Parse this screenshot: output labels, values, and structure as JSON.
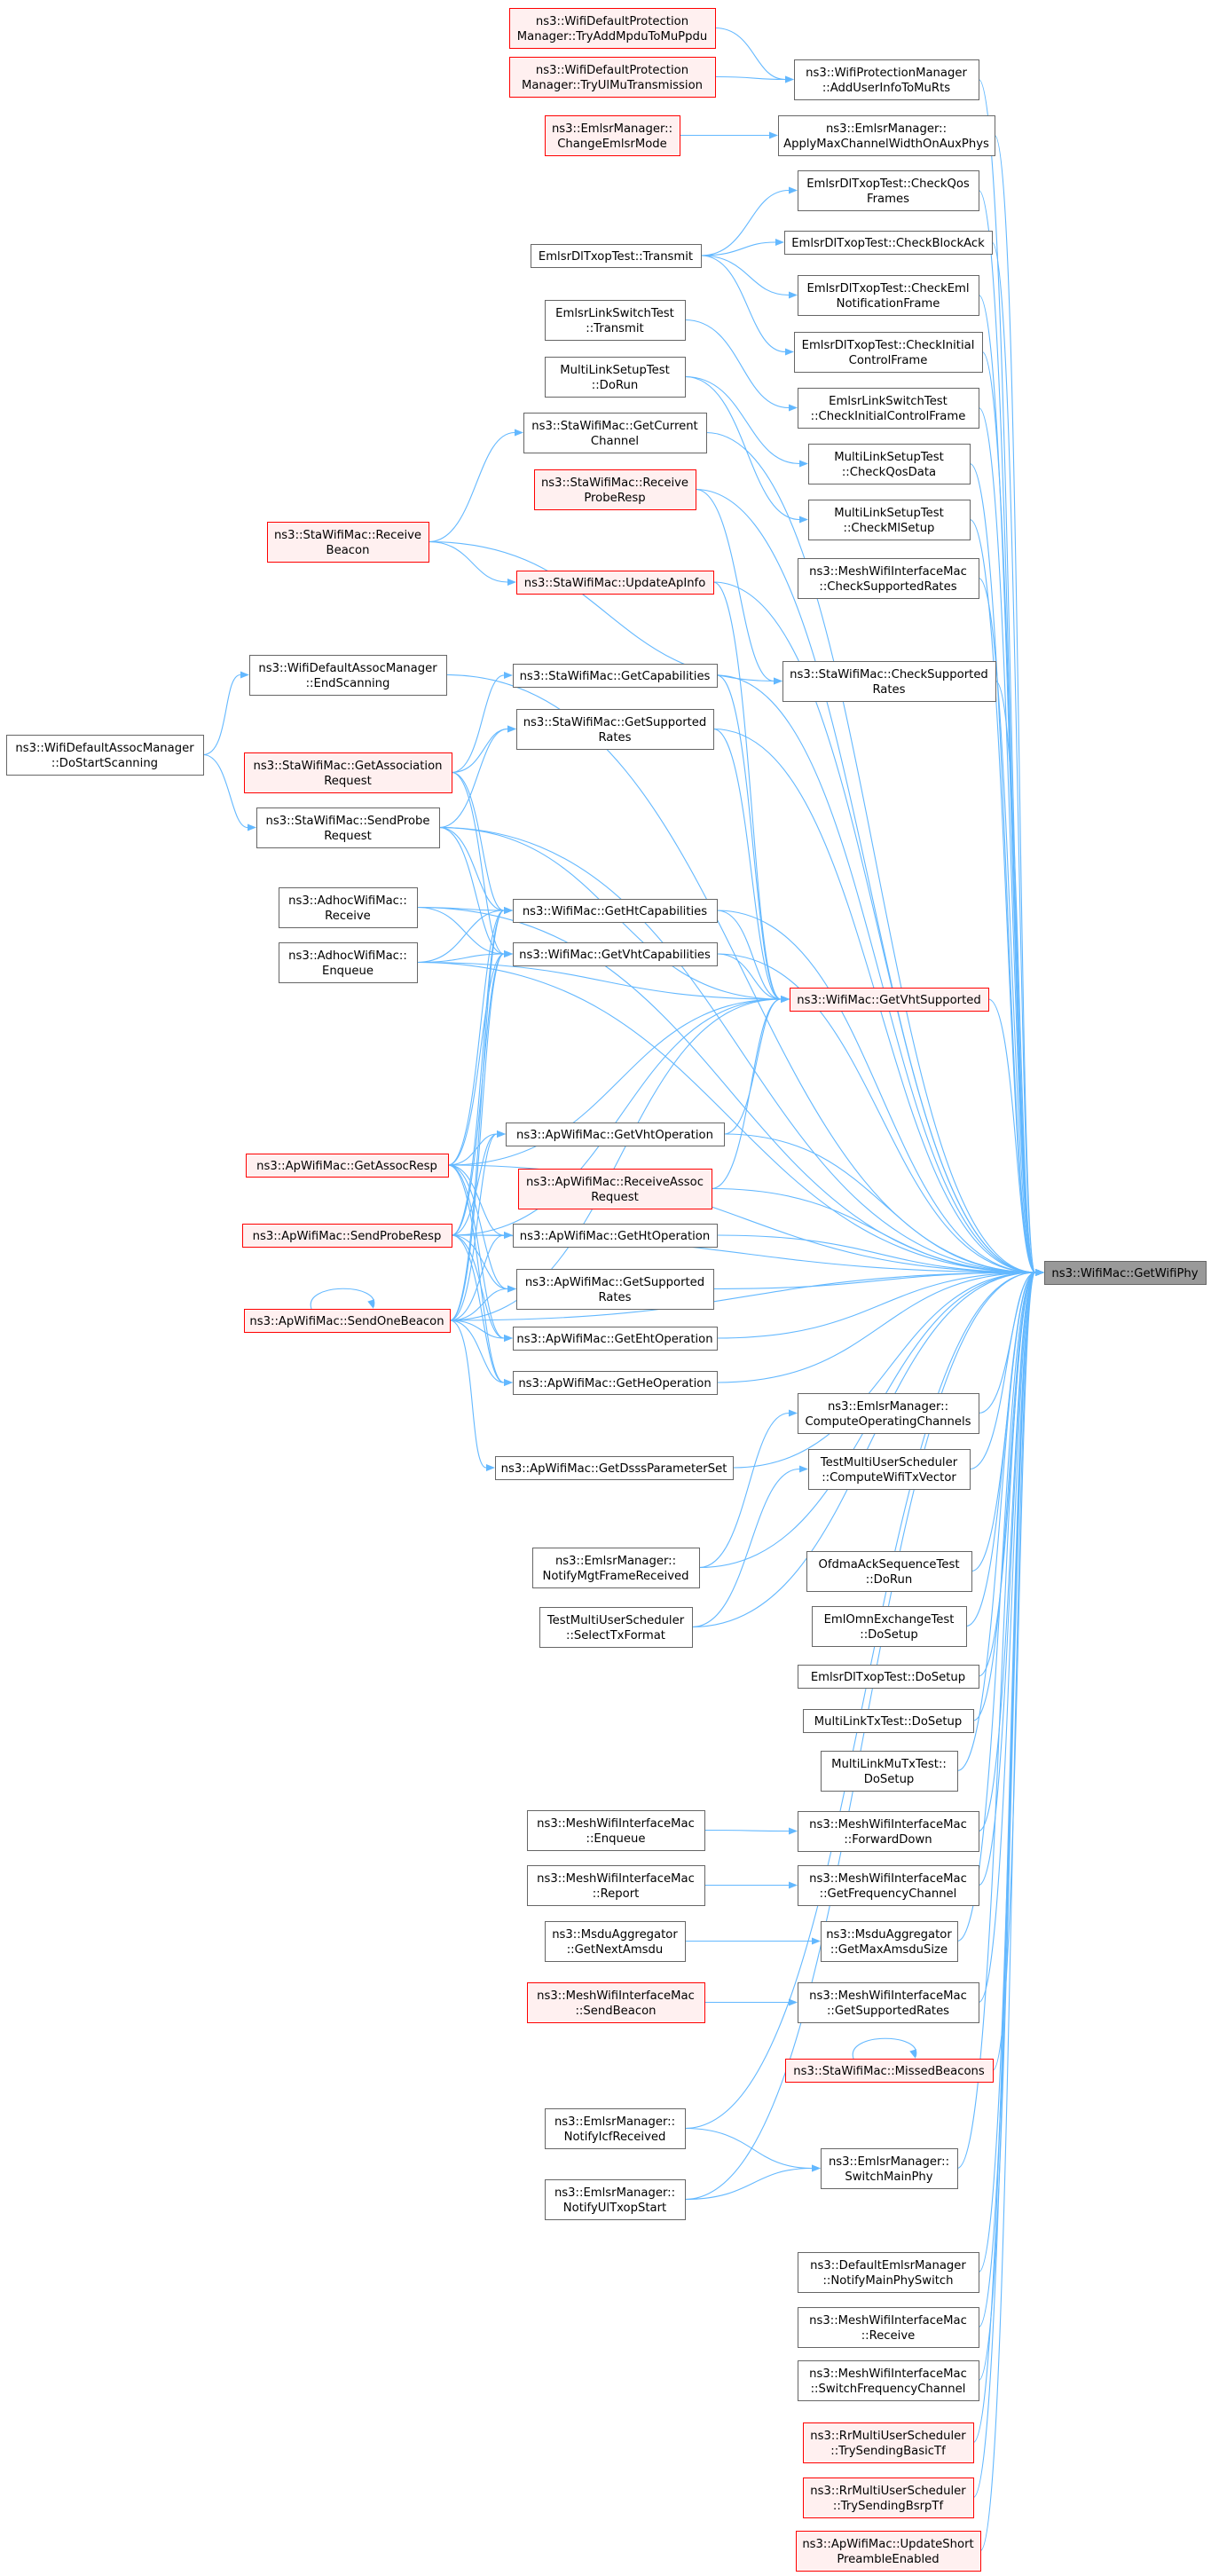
{
  "diagram": {
    "colors": {
      "edge": "#63b8ff",
      "node_border": "#666666",
      "node_fill": "#ffffff",
      "truncated_border": "#ff0000",
      "truncated_fill": "#fff0f0",
      "focus_fill": "#999999",
      "focus_border": "#666666"
    },
    "nodes": [
      {
        "id": "n1",
        "lines": [
          "ns3::WifiDefaultProtection",
          "Manager::TryAddMpduToMuPpdu"
        ],
        "style": "truncated"
      },
      {
        "id": "n2",
        "lines": [
          "ns3::WifiDefaultProtection",
          "Manager::TryUlMuTransmission"
        ],
        "style": "truncated"
      },
      {
        "id": "n3",
        "lines": [
          "ns3::WifiProtectionManager",
          "::AddUserInfoToMuRts"
        ],
        "style": "normal"
      },
      {
        "id": "n4",
        "lines": [
          "ns3::EmlsrManager::",
          "ChangeEmlsrMode"
        ],
        "style": "truncated"
      },
      {
        "id": "n5",
        "lines": [
          "ns3::EmlsrManager::",
          "ApplyMaxChannelWidthOnAuxPhys"
        ],
        "style": "normal"
      },
      {
        "id": "n6",
        "lines": [
          "EmlsrDlTxopTest::CheckQos",
          "Frames"
        ],
        "style": "normal"
      },
      {
        "id": "n7",
        "lines": [
          "EmlsrDlTxopTest::Transmit"
        ],
        "style": "normal"
      },
      {
        "id": "n8",
        "lines": [
          "EmlsrDlTxopTest::CheckBlockAck"
        ],
        "style": "normal"
      },
      {
        "id": "n9",
        "lines": [
          "EmlsrDlTxopTest::CheckEml",
          "NotificationFrame"
        ],
        "style": "normal"
      },
      {
        "id": "n10",
        "lines": [
          "EmlsrLinkSwitchTest",
          "::Transmit"
        ],
        "style": "normal"
      },
      {
        "id": "n11",
        "lines": [
          "EmlsrDlTxopTest::CheckInitial",
          "ControlFrame"
        ],
        "style": "normal"
      },
      {
        "id": "n12",
        "lines": [
          "MultiLinkSetupTest",
          "::DoRun"
        ],
        "style": "normal"
      },
      {
        "id": "n13",
        "lines": [
          "EmlsrLinkSwitchTest",
          "::CheckInitialControlFrame"
        ],
        "style": "normal"
      },
      {
        "id": "n14",
        "lines": [
          "ns3::StaWifiMac::GetCurrent",
          "Channel"
        ],
        "style": "normal"
      },
      {
        "id": "n15",
        "lines": [
          "MultiLinkSetupTest",
          "::CheckQosData"
        ],
        "style": "normal"
      },
      {
        "id": "n16",
        "lines": [
          "ns3::StaWifiMac::Receive",
          "ProbeResp"
        ],
        "style": "truncated"
      },
      {
        "id": "n17",
        "lines": [
          "MultiLinkSetupTest",
          "::CheckMlSetup"
        ],
        "style": "normal"
      },
      {
        "id": "n18",
        "lines": [
          "ns3::StaWifiMac::Receive",
          "Beacon"
        ],
        "style": "truncated"
      },
      {
        "id": "n19",
        "lines": [
          "ns3::MeshWifiInterfaceMac",
          "::CheckSupportedRates"
        ],
        "style": "normal"
      },
      {
        "id": "n20",
        "lines": [
          "ns3::StaWifiMac::UpdateApInfo"
        ],
        "style": "truncated"
      },
      {
        "id": "n21",
        "lines": [
          "ns3::WifiDefaultAssocManager",
          "::EndScanning"
        ],
        "style": "normal"
      },
      {
        "id": "n22",
        "lines": [
          "ns3::StaWifiMac::GetCapabilities"
        ],
        "style": "normal"
      },
      {
        "id": "n23",
        "lines": [
          "ns3::StaWifiMac::CheckSupported",
          "Rates"
        ],
        "style": "normal"
      },
      {
        "id": "n24",
        "lines": [
          "ns3::StaWifiMac::GetSupported",
          "Rates"
        ],
        "style": "normal"
      },
      {
        "id": "n25",
        "lines": [
          "ns3::WifiDefaultAssocManager",
          "::DoStartScanning"
        ],
        "style": "normal"
      },
      {
        "id": "n26",
        "lines": [
          "ns3::StaWifiMac::GetAssociation",
          "Request"
        ],
        "style": "truncated"
      },
      {
        "id": "n27",
        "lines": [
          "ns3::StaWifiMac::SendProbe",
          "Request"
        ],
        "style": "normal"
      },
      {
        "id": "n28",
        "lines": [
          "ns3::AdhocWifiMac::",
          "Receive"
        ],
        "style": "normal"
      },
      {
        "id": "n29",
        "lines": [
          "ns3::WifiMac::GetHtCapabilities"
        ],
        "style": "normal"
      },
      {
        "id": "n30",
        "lines": [
          "ns3::AdhocWifiMac::",
          "Enqueue"
        ],
        "style": "normal"
      },
      {
        "id": "n31",
        "lines": [
          "ns3::WifiMac::GetVhtCapabilities"
        ],
        "style": "normal"
      },
      {
        "id": "n32",
        "lines": [
          "ns3::WifiMac::GetVhtSupported"
        ],
        "style": "truncated"
      },
      {
        "id": "n33",
        "lines": [
          "ns3::ApWifiMac::GetVhtOperation"
        ],
        "style": "normal"
      },
      {
        "id": "n34",
        "lines": [
          "ns3::ApWifiMac::GetAssocResp"
        ],
        "style": "truncated"
      },
      {
        "id": "n35",
        "lines": [
          "ns3::ApWifiMac::ReceiveAssoc",
          "Request"
        ],
        "style": "truncated"
      },
      {
        "id": "n36",
        "lines": [
          "ns3::ApWifiMac::GetHtOperation"
        ],
        "style": "normal"
      },
      {
        "id": "n37",
        "lines": [
          "ns3::ApWifiMac::SendProbeResp"
        ],
        "style": "truncated"
      },
      {
        "id": "n38",
        "lines": [
          "ns3::WifiMac::GetWifiPhy"
        ],
        "style": "focus"
      },
      {
        "id": "n39",
        "lines": [
          "ns3::ApWifiMac::GetSupported",
          "Rates"
        ],
        "style": "normal"
      },
      {
        "id": "n40",
        "lines": [
          "ns3::ApWifiMac::SendOneBeacon"
        ],
        "style": "truncated"
      },
      {
        "id": "n41",
        "lines": [
          "ns3::ApWifiMac::GetEhtOperation"
        ],
        "style": "normal"
      },
      {
        "id": "n42",
        "lines": [
          "ns3::ApWifiMac::GetHeOperation"
        ],
        "style": "normal"
      },
      {
        "id": "n43",
        "lines": [
          "ns3::EmlsrManager::",
          "ComputeOperatingChannels"
        ],
        "style": "normal"
      },
      {
        "id": "n44",
        "lines": [
          "ns3::ApWifiMac::GetDsssParameterSet"
        ],
        "style": "normal"
      },
      {
        "id": "n45",
        "lines": [
          "TestMultiUserScheduler",
          "::ComputeWifiTxVector"
        ],
        "style": "normal"
      },
      {
        "id": "n46",
        "lines": [
          "ns3::EmlsrManager::",
          "NotifyMgtFrameReceived"
        ],
        "style": "normal"
      },
      {
        "id": "n47",
        "lines": [
          "OfdmaAckSequenceTest",
          "::DoRun"
        ],
        "style": "normal"
      },
      {
        "id": "n48",
        "lines": [
          "TestMultiUserScheduler",
          "::SelectTxFormat"
        ],
        "style": "normal"
      },
      {
        "id": "n49",
        "lines": [
          "EmlOmnExchangeTest",
          "::DoSetup"
        ],
        "style": "normal"
      },
      {
        "id": "n50",
        "lines": [
          "EmlsrDlTxopTest::DoSetup"
        ],
        "style": "normal"
      },
      {
        "id": "n51",
        "lines": [
          "MultiLinkTxTest::DoSetup"
        ],
        "style": "normal"
      },
      {
        "id": "n52",
        "lines": [
          "MultiLinkMuTxTest::",
          "DoSetup"
        ],
        "style": "normal"
      },
      {
        "id": "n53",
        "lines": [
          "ns3::MeshWifiInterfaceMac",
          "::Enqueue"
        ],
        "style": "normal"
      },
      {
        "id": "n54",
        "lines": [
          "ns3::MeshWifiInterfaceMac",
          "::ForwardDown"
        ],
        "style": "normal"
      },
      {
        "id": "n55",
        "lines": [
          "ns3::MeshWifiInterfaceMac",
          "::Report"
        ],
        "style": "normal"
      },
      {
        "id": "n56",
        "lines": [
          "ns3::MeshWifiInterfaceMac",
          "::GetFrequencyChannel"
        ],
        "style": "normal"
      },
      {
        "id": "n57",
        "lines": [
          "ns3::MsduAggregator",
          "::GetNextAmsdu"
        ],
        "style": "normal"
      },
      {
        "id": "n58",
        "lines": [
          "ns3::MsduAggregator",
          "::GetMaxAmsduSize"
        ],
        "style": "normal"
      },
      {
        "id": "n59",
        "lines": [
          "ns3::MeshWifiInterfaceMac",
          "::SendBeacon"
        ],
        "style": "truncated"
      },
      {
        "id": "n60",
        "lines": [
          "ns3::MeshWifiInterfaceMac",
          "::GetSupportedRates"
        ],
        "style": "normal"
      },
      {
        "id": "n61",
        "lines": [
          "ns3::StaWifiMac::MissedBeacons"
        ],
        "style": "truncated"
      },
      {
        "id": "n62",
        "lines": [
          "ns3::EmlsrManager::",
          "NotifyIcfReceived"
        ],
        "style": "normal"
      },
      {
        "id": "n63",
        "lines": [
          "ns3::EmlsrManager::",
          "SwitchMainPhy"
        ],
        "style": "normal"
      },
      {
        "id": "n64",
        "lines": [
          "ns3::EmlsrManager::",
          "NotifyUlTxopStart"
        ],
        "style": "normal"
      },
      {
        "id": "n65",
        "lines": [
          "ns3::DefaultEmlsrManager",
          "::NotifyMainPhySwitch"
        ],
        "style": "normal"
      },
      {
        "id": "n66",
        "lines": [
          "ns3::MeshWifiInterfaceMac",
          "::Receive"
        ],
        "style": "normal"
      },
      {
        "id": "n67",
        "lines": [
          "ns3::MeshWifiInterfaceMac",
          "::SwitchFrequencyChannel"
        ],
        "style": "normal"
      },
      {
        "id": "n68",
        "lines": [
          "ns3::RrMultiUserScheduler",
          "::TrySendingBasicTf"
        ],
        "style": "truncated"
      },
      {
        "id": "n69",
        "lines": [
          "ns3::RrMultiUserScheduler",
          "::TrySendingBsrpTf"
        ],
        "style": "truncated"
      },
      {
        "id": "n70",
        "lines": [
          "ns3::ApWifiMac::UpdateShort",
          "PreambleEnabled"
        ],
        "style": "truncated"
      }
    ],
    "edges": [
      [
        "n1",
        "n3"
      ],
      [
        "n2",
        "n3"
      ],
      [
        "n4",
        "n5"
      ],
      [
        "n7",
        "n6"
      ],
      [
        "n7",
        "n8"
      ],
      [
        "n7",
        "n9"
      ],
      [
        "n7",
        "n11"
      ],
      [
        "n10",
        "n13"
      ],
      [
        "n12",
        "n15"
      ],
      [
        "n12",
        "n17"
      ],
      [
        "n18",
        "n14"
      ],
      [
        "n18",
        "n20"
      ],
      [
        "n25",
        "n21"
      ],
      [
        "n25",
        "n27"
      ],
      [
        "n26",
        "n22"
      ],
      [
        "n26",
        "n24"
      ],
      [
        "n26",
        "n29"
      ],
      [
        "n26",
        "n31"
      ],
      [
        "n27",
        "n24"
      ],
      [
        "n27",
        "n29"
      ],
      [
        "n27",
        "n31"
      ],
      [
        "n27",
        "n32"
      ],
      [
        "n28",
        "n29"
      ],
      [
        "n28",
        "n31"
      ],
      [
        "n30",
        "n29"
      ],
      [
        "n30",
        "n31"
      ],
      [
        "n30",
        "n32"
      ],
      [
        "n34",
        "n29"
      ],
      [
        "n34",
        "n31"
      ],
      [
        "n34",
        "n33"
      ],
      [
        "n34",
        "n36"
      ],
      [
        "n34",
        "n39"
      ],
      [
        "n34",
        "n41"
      ],
      [
        "n34",
        "n42"
      ],
      [
        "n34",
        "n32"
      ],
      [
        "n37",
        "n29"
      ],
      [
        "n37",
        "n31"
      ],
      [
        "n37",
        "n33"
      ],
      [
        "n37",
        "n36"
      ],
      [
        "n37",
        "n39"
      ],
      [
        "n37",
        "n41"
      ],
      [
        "n37",
        "n42"
      ],
      [
        "n37",
        "n32"
      ],
      [
        "n40",
        "n29"
      ],
      [
        "n40",
        "n31"
      ],
      [
        "n40",
        "n33"
      ],
      [
        "n40",
        "n36"
      ],
      [
        "n40",
        "n39"
      ],
      [
        "n40",
        "n41"
      ],
      [
        "n40",
        "n42"
      ],
      [
        "n40",
        "n44"
      ],
      [
        "n40",
        "n32"
      ],
      [
        "n40",
        "n40"
      ],
      [
        "n33",
        "n32"
      ],
      [
        "n35",
        "n32"
      ],
      [
        "n20",
        "n32"
      ],
      [
        "n22",
        "n32"
      ],
      [
        "n24",
        "n32"
      ],
      [
        "n29",
        "n32"
      ],
      [
        "n31",
        "n32"
      ],
      [
        "n18",
        "n23"
      ],
      [
        "n16",
        "n23"
      ],
      [
        "n46",
        "n43"
      ],
      [
        "n48",
        "n45"
      ],
      [
        "n53",
        "n54"
      ],
      [
        "n55",
        "n56"
      ],
      [
        "n57",
        "n58"
      ],
      [
        "n59",
        "n60"
      ],
      [
        "n62",
        "n63"
      ],
      [
        "n64",
        "n63"
      ],
      [
        "n61",
        "n61"
      ],
      [
        "n3",
        "n38"
      ],
      [
        "n5",
        "n38"
      ],
      [
        "n6",
        "n38"
      ],
      [
        "n8",
        "n38"
      ],
      [
        "n9",
        "n38"
      ],
      [
        "n11",
        "n38"
      ],
      [
        "n13",
        "n38"
      ],
      [
        "n14",
        "n38"
      ],
      [
        "n15",
        "n38"
      ],
      [
        "n16",
        "n38"
      ],
      [
        "n17",
        "n38"
      ],
      [
        "n19",
        "n38"
      ],
      [
        "n20",
        "n38"
      ],
      [
        "n21",
        "n38"
      ],
      [
        "n22",
        "n38"
      ],
      [
        "n23",
        "n38"
      ],
      [
        "n24",
        "n38"
      ],
      [
        "n27",
        "n38"
      ],
      [
        "n28",
        "n38"
      ],
      [
        "n29",
        "n38"
      ],
      [
        "n30",
        "n38"
      ],
      [
        "n31",
        "n38"
      ],
      [
        "n32",
        "n38"
      ],
      [
        "n33",
        "n38"
      ],
      [
        "n34",
        "n38"
      ],
      [
        "n35",
        "n38"
      ],
      [
        "n36",
        "n38"
      ],
      [
        "n37",
        "n38"
      ],
      [
        "n39",
        "n38"
      ],
      [
        "n40",
        "n38"
      ],
      [
        "n41",
        "n38"
      ],
      [
        "n42",
        "n38"
      ],
      [
        "n43",
        "n38"
      ],
      [
        "n44",
        "n38"
      ],
      [
        "n45",
        "n38"
      ],
      [
        "n46",
        "n38"
      ],
      [
        "n47",
        "n38"
      ],
      [
        "n48",
        "n38"
      ],
      [
        "n49",
        "n38"
      ],
      [
        "n50",
        "n38"
      ],
      [
        "n51",
        "n38"
      ],
      [
        "n52",
        "n38"
      ],
      [
        "n54",
        "n38"
      ],
      [
        "n56",
        "n38"
      ],
      [
        "n58",
        "n38"
      ],
      [
        "n60",
        "n38"
      ],
      [
        "n61",
        "n38"
      ],
      [
        "n62",
        "n38"
      ],
      [
        "n63",
        "n38"
      ],
      [
        "n64",
        "n38"
      ],
      [
        "n65",
        "n38"
      ],
      [
        "n66",
        "n38"
      ],
      [
        "n67",
        "n38"
      ],
      [
        "n68",
        "n38"
      ],
      [
        "n69",
        "n38"
      ],
      [
        "n70",
        "n38"
      ]
    ]
  }
}
